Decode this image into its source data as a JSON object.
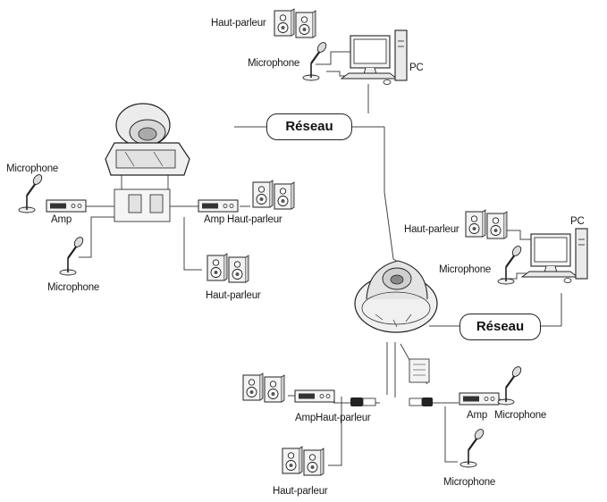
{
  "labels": {
    "top_speaker": "Haut-parleur",
    "top_microphone": "Microphone",
    "top_pc": "PC",
    "network_top": "Réseau",
    "left_microphone": "Microphone",
    "left_amp": "Amp",
    "left_amp_speaker": "Amp Haut-parleur",
    "left_bottom_microphone": "Microphone",
    "left_bottom_speaker": "Haut-parleur",
    "right_speaker": "Haut-parleur",
    "right_pc": "PC",
    "right_microphone": "Microphone",
    "network_right": "Réseau",
    "bottom_amp_speaker": "AmpHaut-parleur",
    "bottom_amp": "Amp",
    "bottom_microphone_right": "Microphone",
    "bottom_speaker": "Haut-parleur",
    "bottom_microphone": "Microphone"
  }
}
